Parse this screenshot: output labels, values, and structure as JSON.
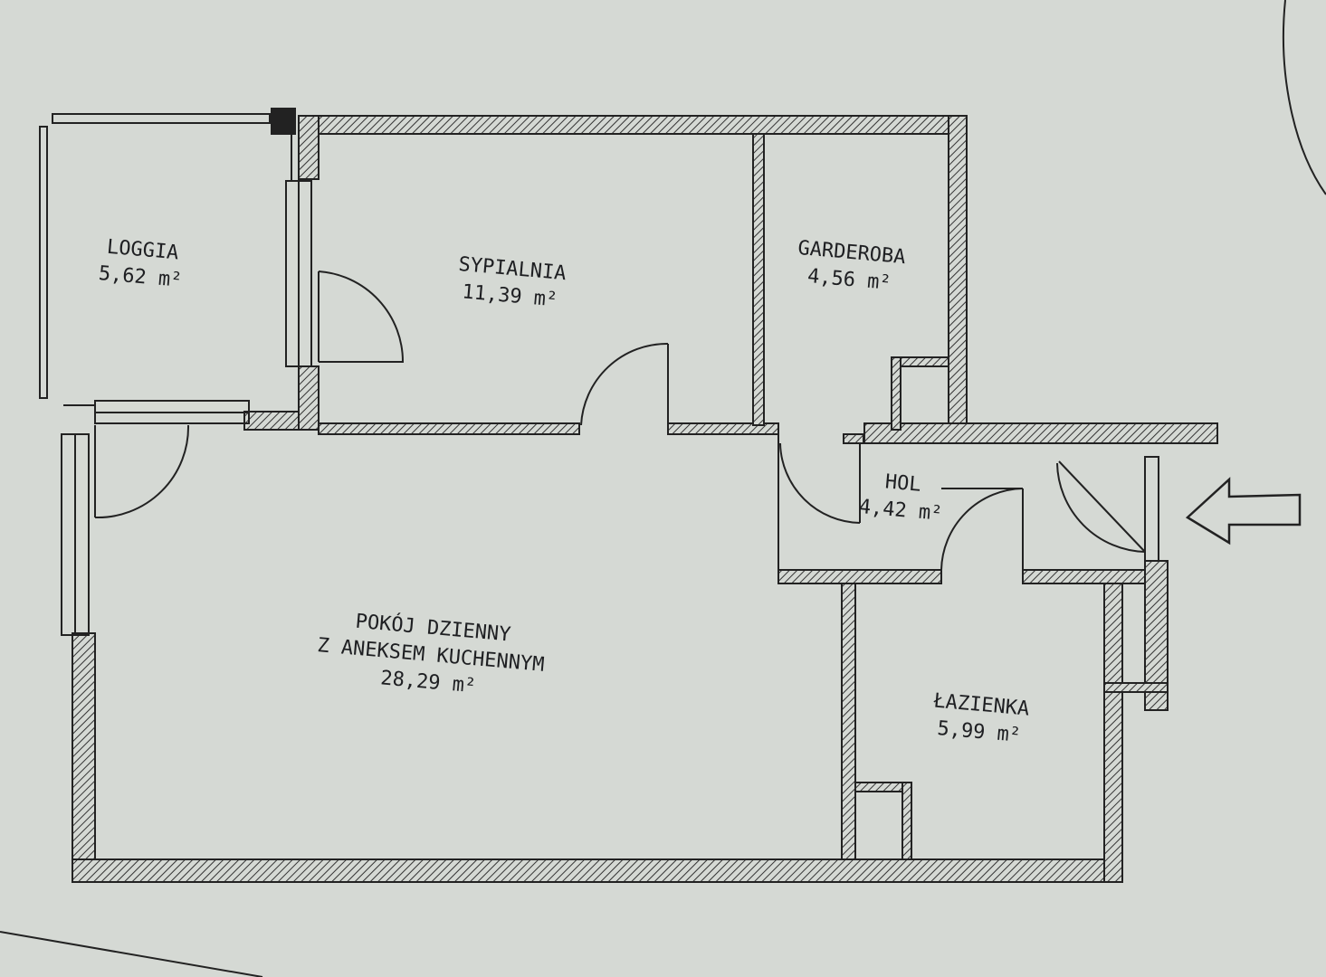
{
  "rooms": [
    {
      "name": "LOGGIA",
      "area": "5,62 m²"
    },
    {
      "name": "SYPIALNIA",
      "area": "11,39 m²"
    },
    {
      "name": "GARDEROBA",
      "area": "4,56 m²"
    },
    {
      "name": "HOL",
      "area": "4,42 m²"
    },
    {
      "name_line1": "POKÓJ DZIENNY",
      "name_line2": "Z ANEKSEM KUCHENNYM",
      "area": "28,29 m²"
    },
    {
      "name": "ŁAZIENKA",
      "area": "5,99 m²"
    }
  ],
  "colors": {
    "paper": "#d5d9d4",
    "ink": "#1e1f22"
  },
  "entrance_icon": "arrow-left-icon"
}
